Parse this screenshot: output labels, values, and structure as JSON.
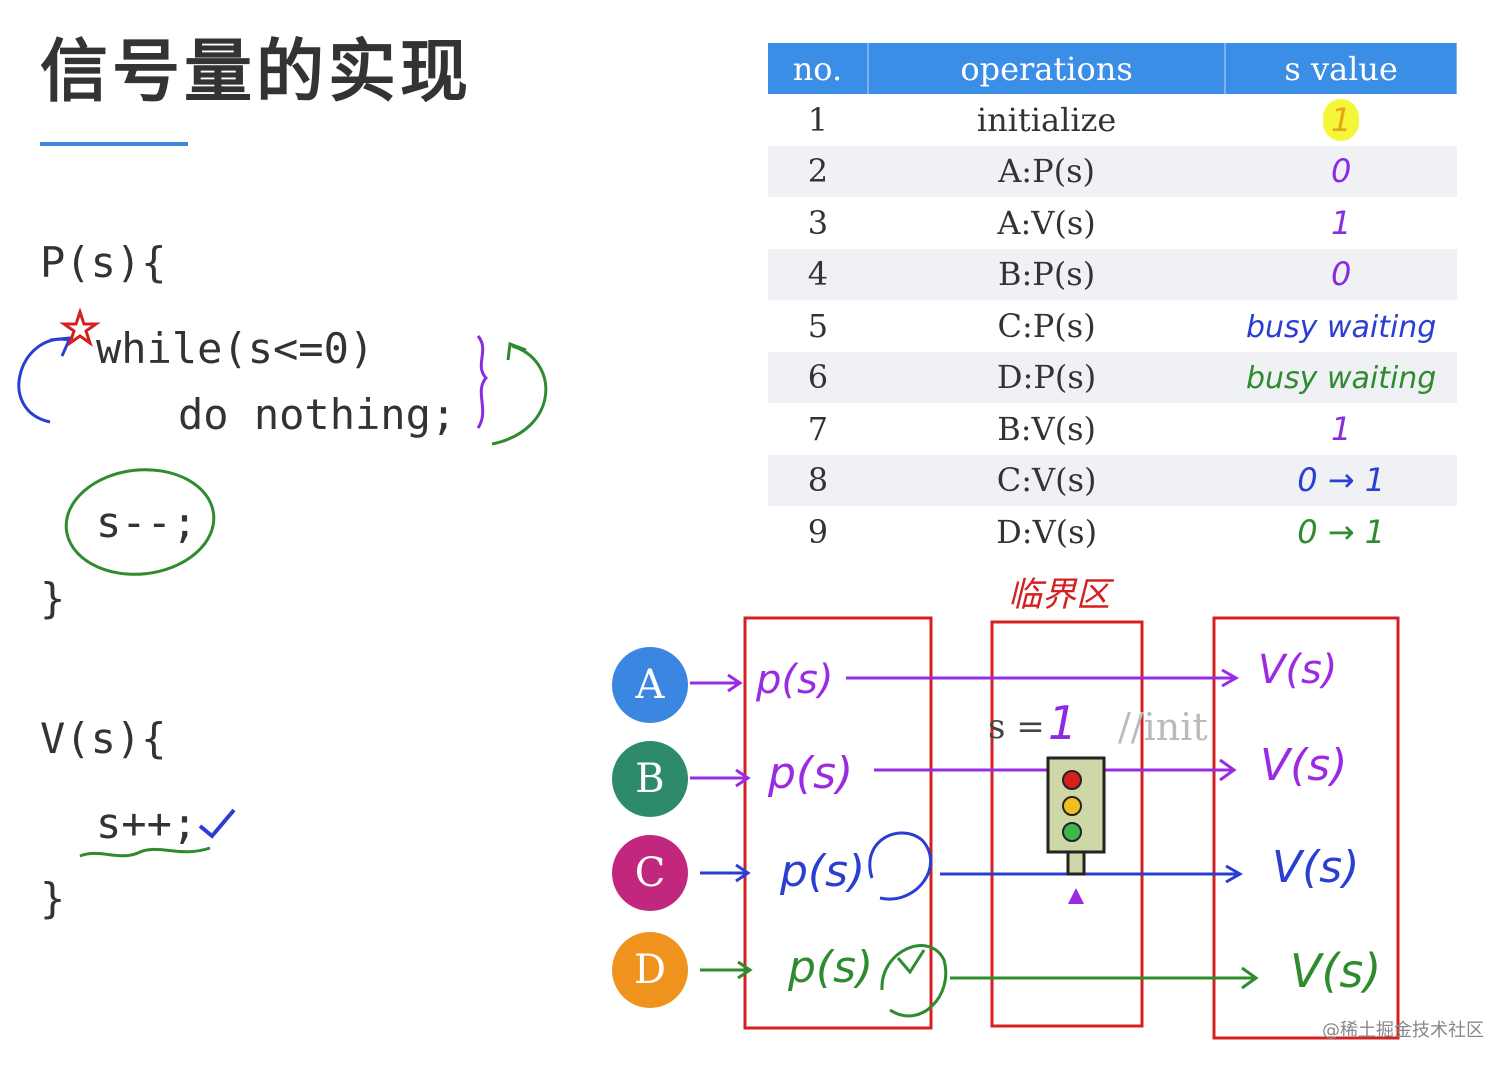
{
  "title": "信号量的实现",
  "code": {
    "p_header": "P(s){",
    "p_while": "while(s<=0)",
    "p_do": "do nothing;",
    "p_dec": "s--;",
    "p_close": "}",
    "v_header": "V(s){",
    "v_inc": "s++;",
    "v_close": "}"
  },
  "table": {
    "headers": [
      "no.",
      "operations",
      "s value"
    ],
    "rows": [
      {
        "no": "1",
        "op": "initialize",
        "s": "1",
        "s_color": "#e6a817"
      },
      {
        "no": "2",
        "op": "A:P(s)",
        "s": "0",
        "s_color": "#8a2be2"
      },
      {
        "no": "3",
        "op": "A:V(s)",
        "s": "1",
        "s_color": "#8a2be2"
      },
      {
        "no": "4",
        "op": "B:P(s)",
        "s": "0",
        "s_color": "#8a2be2"
      },
      {
        "no": "5",
        "op": "C:P(s)",
        "s": "busy waiting",
        "s_color": "#2a3fd1"
      },
      {
        "no": "6",
        "op": "D:P(s)",
        "s": "busy waiting",
        "s_color": "#2e8b2e"
      },
      {
        "no": "7",
        "op": "B:V(s)",
        "s": "1",
        "s_color": "#8a2be2"
      },
      {
        "no": "8",
        "op": "C:V(s)",
        "s": "0 → 1",
        "s_color": "#2a3fd1"
      },
      {
        "no": "9",
        "op": "D:V(s)",
        "s": "0 → 1",
        "s_color": "#2e8b2e"
      }
    ]
  },
  "diagram": {
    "critical_label": "临界区",
    "s_label": "s =",
    "s_value": "1",
    "init_comment": "//init",
    "processes": [
      {
        "name": "A",
        "color": "#3a86e0",
        "p": "p(s)",
        "v": "V(s)",
        "ink": "#9a2be2"
      },
      {
        "name": "B",
        "color": "#2e8b6a",
        "p": "p(s)",
        "v": "V(s)",
        "ink": "#9a2be2"
      },
      {
        "name": "C",
        "color": "#c2277e",
        "p": "p(s)",
        "v": "V(s)",
        "ink": "#2a3fd1"
      },
      {
        "name": "D",
        "color": "#f0921e",
        "p": "p(s)",
        "v": "V(s)",
        "ink": "#2e8b2e"
      }
    ]
  },
  "watermark": "@稀土掘金技术社区",
  "colors": {
    "header_blue": "#3a8ee6",
    "highlight_yellow": "#f5f53a",
    "red_ink": "#d42020"
  }
}
